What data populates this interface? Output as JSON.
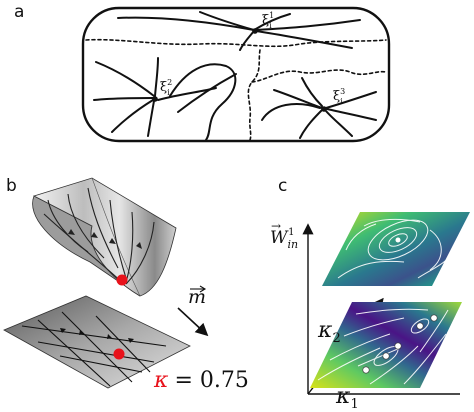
{
  "panels": {
    "a": {
      "label": "a",
      "points": [
        {
          "name": "ξ",
          "sub": "i",
          "sup": "1"
        },
        {
          "name": "ξ",
          "sub": "i",
          "sup": "2"
        },
        {
          "name": "ξ",
          "sub": "i",
          "sup": "3"
        }
      ]
    },
    "b": {
      "label": "b",
      "m_vector": "m",
      "kappa_symbol": "κ",
      "kappa_value": "= 0.75",
      "colors": {
        "kappa": "#e8121b",
        "critical_point": "#e8121b"
      }
    },
    "c": {
      "label": "c",
      "y_axis": {
        "base": "W",
        "sub": "in",
        "sup": "1"
      },
      "kappa2": {
        "base": "κ",
        "sub": "2"
      },
      "kappa1": {
        "base": "κ",
        "sub": "1"
      },
      "colors": {
        "low": "#4a1486",
        "mid": "#1f9e89",
        "high": "#d8e219"
      }
    }
  }
}
